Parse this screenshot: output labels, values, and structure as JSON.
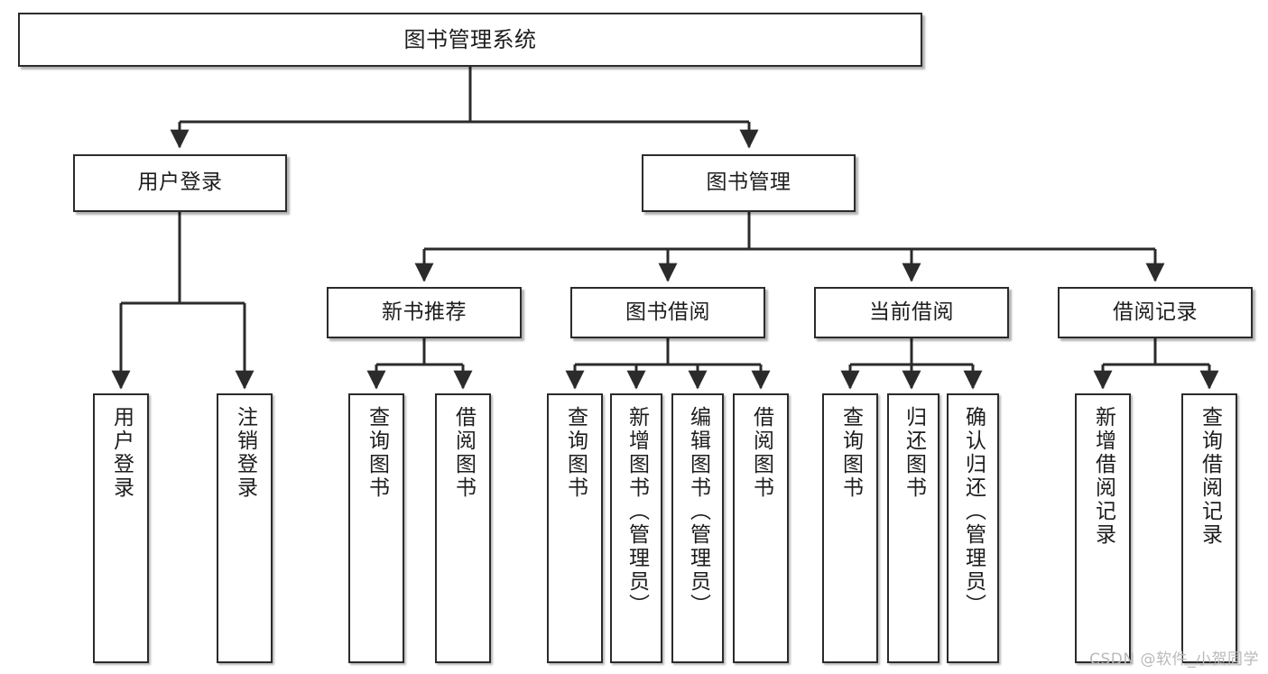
{
  "diagram": {
    "title": "图书管理系统",
    "type": "tree-hierarchy",
    "style": {
      "background": "#ffffff",
      "box_border": "#2b2b2b",
      "box_fill": "#ffffff",
      "connector": "#2b2b2b",
      "text": "#1d1d1d",
      "watermark": "#b9b9b9"
    },
    "root": {
      "id": "root",
      "label": "图书管理系统"
    },
    "level2": [
      {
        "id": "n-user-login",
        "label": "用户登录"
      },
      {
        "id": "n-book-manage",
        "label": "图书管理"
      }
    ],
    "level3": [
      {
        "id": "n-new-book-rec",
        "label": "新书推荐"
      },
      {
        "id": "n-book-borrow",
        "label": "图书借阅"
      },
      {
        "id": "n-current-borrow",
        "label": "当前借阅"
      },
      {
        "id": "n-borrow-record",
        "label": "借阅记录"
      }
    ],
    "leaves": [
      {
        "id": "l-user-login",
        "label": "用户登录",
        "parent": "n-user-login"
      },
      {
        "id": "l-user-logout",
        "label": "注销登录",
        "parent": "n-user-login"
      },
      {
        "id": "l-query-book-1",
        "label": "查询图书",
        "parent": "n-new-book-rec"
      },
      {
        "id": "l-borrow-book-1",
        "label": "借阅图书",
        "parent": "n-new-book-rec"
      },
      {
        "id": "l-query-book-2",
        "label": "查询图书",
        "parent": "n-book-borrow"
      },
      {
        "id": "l-add-book",
        "label": "新增图书（管理员）",
        "parent": "n-book-borrow"
      },
      {
        "id": "l-edit-book",
        "label": "编辑图书（管理员）",
        "parent": "n-book-borrow"
      },
      {
        "id": "l-borrow-book-2",
        "label": "借阅图书",
        "parent": "n-book-borrow"
      },
      {
        "id": "l-query-book-3",
        "label": "查询图书",
        "parent": "n-current-borrow"
      },
      {
        "id": "l-return-book",
        "label": "归还图书",
        "parent": "n-current-borrow"
      },
      {
        "id": "l-confirm-return",
        "label": "确认归还（管理员）",
        "parent": "n-current-borrow"
      },
      {
        "id": "l-add-record",
        "label": "新增借阅记录",
        "parent": "n-borrow-record"
      },
      {
        "id": "l-query-record",
        "label": "查询借阅记录",
        "parent": "n-borrow-record"
      }
    ],
    "watermark": "CSDN @软件_小贺同学"
  }
}
